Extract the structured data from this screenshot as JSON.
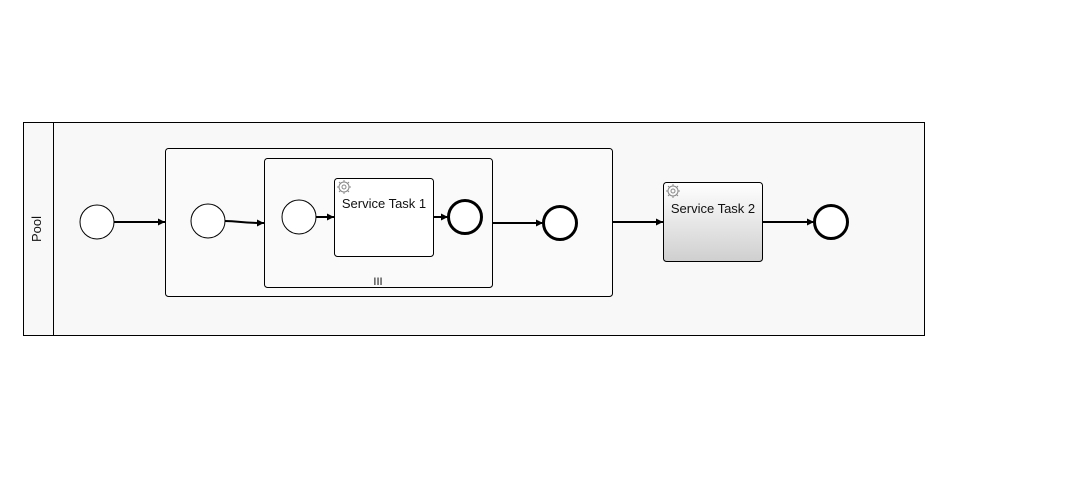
{
  "pool": {
    "label": "Pool"
  },
  "tasks": {
    "service_task_1": {
      "label": "Service Task 1",
      "icon": "gear-icon"
    },
    "service_task_2": {
      "label": "Service Task 2",
      "icon": "gear-icon"
    }
  },
  "subprocess": {
    "marker": "III",
    "marker_meaning": "parallel-multi-instance-marker"
  },
  "colors": {
    "stroke": "#000000",
    "pool_fill": "#f8f8f8",
    "task_fill": "#ffffff",
    "task2_gradient_top": "#ffffff",
    "task2_gradient_bottom": "#d0d0d0"
  }
}
